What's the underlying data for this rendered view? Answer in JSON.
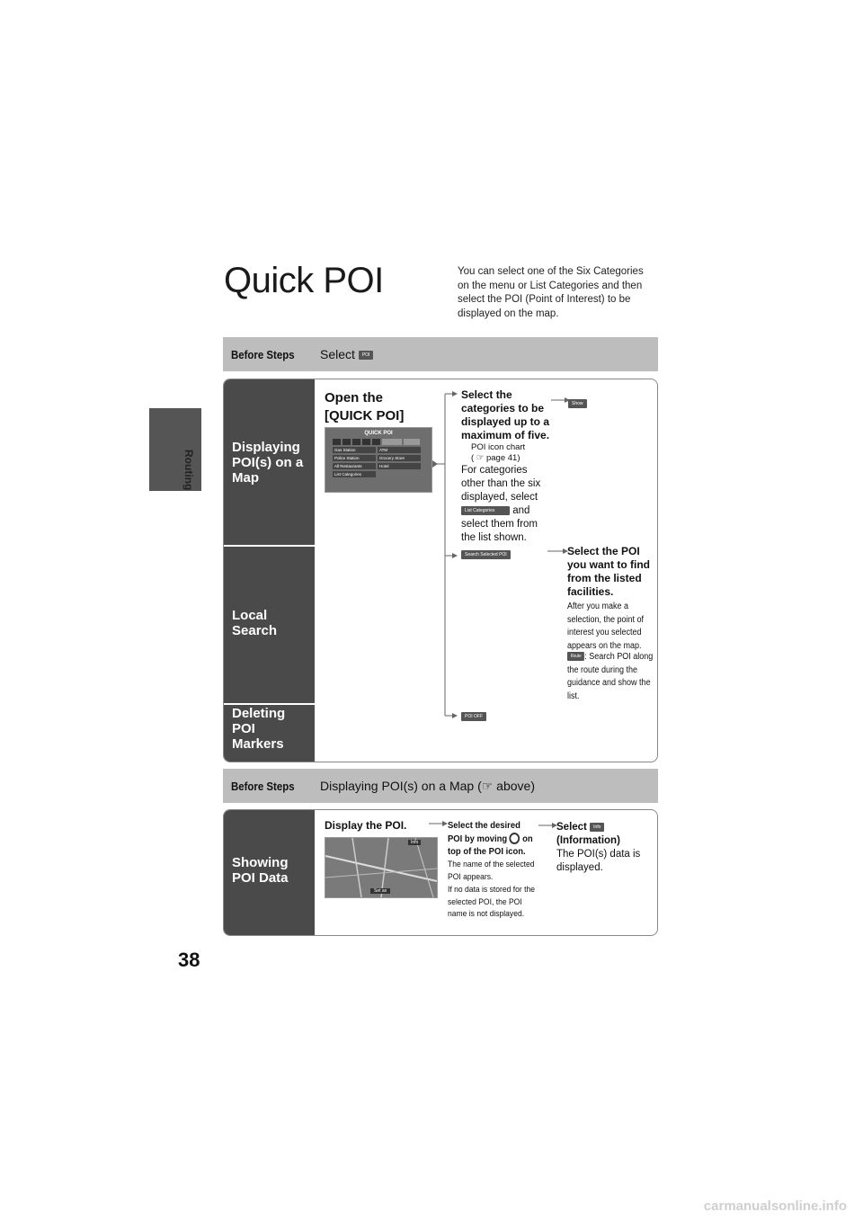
{
  "side_tab": {
    "label": "Routing"
  },
  "page_number": "38",
  "title": "Quick POI",
  "intro": "You can select one of the Six Categories on the menu or List Categories and then select the POI (Point of Interest) to be displayed on the map.",
  "before1": {
    "label": "Before Steps",
    "text": "Select",
    "button": "POI"
  },
  "section1": {
    "rows": [
      "Displaying POI(s) on a Map",
      "Local Search",
      "Deleting POI Markers"
    ],
    "open_text": "Open the [QUICK POI]",
    "screen": {
      "title": "QUICK POI",
      "items": [
        "Gas Station",
        "ATM",
        "Police Station",
        "Grocery Store",
        "All Restaurants",
        "Hotel",
        "List Categories"
      ]
    },
    "step_select": "Select the categories to be displayed up to a maximum of five.",
    "poi_icon_chart": "POI icon chart",
    "page_ref": "page 41",
    "other_text_1": "For categories other than the six displayed, select",
    "list_categories_btn": "List Categories",
    "other_text_2": "and select them from the list shown.",
    "show_btn": "Show",
    "search_btn": "Search Selected POI",
    "select_poi_step": "Select the POI you want to find from the listed facilities.",
    "after_text": "After you make a selection, the point of interest you selected appears on the map.",
    "route_btn": "Route",
    "route_text": ": Search POI along the route during the guidance and show the list.",
    "poi_off_btn": "POI OFF"
  },
  "before2": {
    "label": "Before Steps",
    "text_pre": "Displaying POI(s) on a Map (",
    "text_post": " above)"
  },
  "section2": {
    "row": "Showing POI Data",
    "display_text": "Display the POI.",
    "screen": {
      "info_btn": "Info",
      "set_btn": "Set as"
    },
    "step_move_1": "Select the desired POI by moving",
    "step_move_2": "on top of the POI icon.",
    "name_note": "The name of the selected POI appears.",
    "nodata_note": "If no data is stored for the selected POI, the POI name is not displayed.",
    "select_word": "Select",
    "info_btn": "Info",
    "info_label": "(Information)",
    "data_text": "The POI(s) data is displayed."
  },
  "watermark": "carmanualsonline.info"
}
